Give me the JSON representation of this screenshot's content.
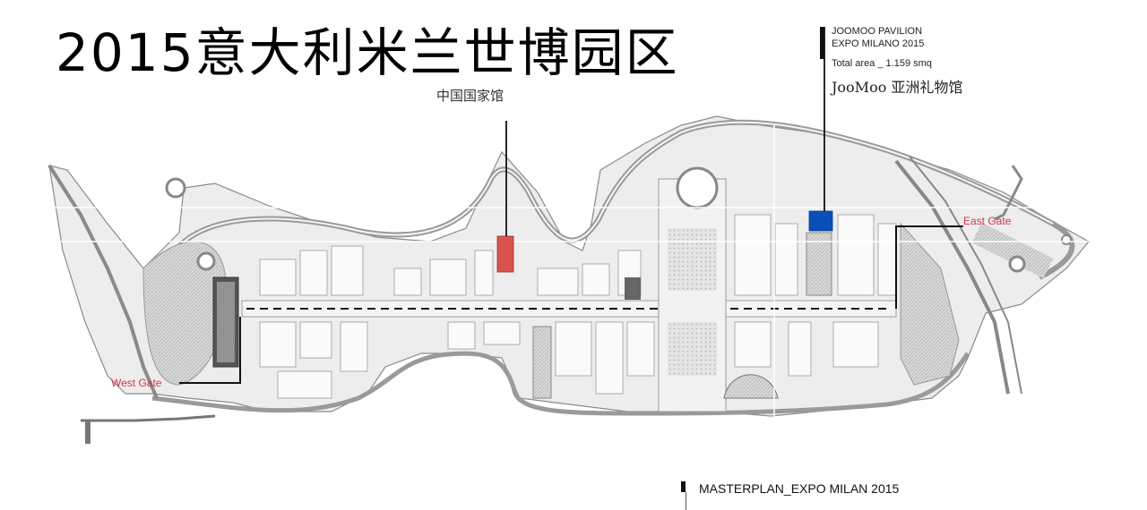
{
  "title": "2015意大利米兰世博园区",
  "pavilion_info": {
    "line1": "JOOMOO PAVILION",
    "line2": "EXPO MILANO 2015",
    "area": "Total area _ 1.159 smq",
    "chinese": "JooMoo 亚洲礼物馆"
  },
  "china_pavilion_label": "中国国家馆",
  "gates": {
    "west": "West Gate",
    "east": "East Gate"
  },
  "footer": "MASTERPLAN_EXPO MILAN 2015",
  "colors": {
    "china_pavilion": "#d9534f",
    "joomoo_pavilion": "#0a4fb8",
    "gate_label": "#d9334a"
  }
}
